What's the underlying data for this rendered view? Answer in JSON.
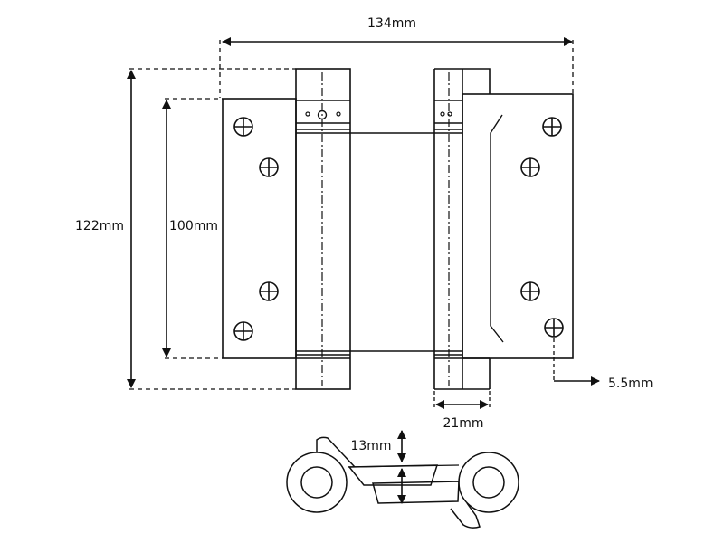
{
  "dimensions": {
    "overall_width": "134mm",
    "total_height": "122mm",
    "plate_height": "100mm",
    "screw_hole": "5.5mm",
    "barrel_width": "21mm",
    "offset": "13mm"
  },
  "colors": {
    "line": "#111111",
    "background": "#ffffff"
  }
}
